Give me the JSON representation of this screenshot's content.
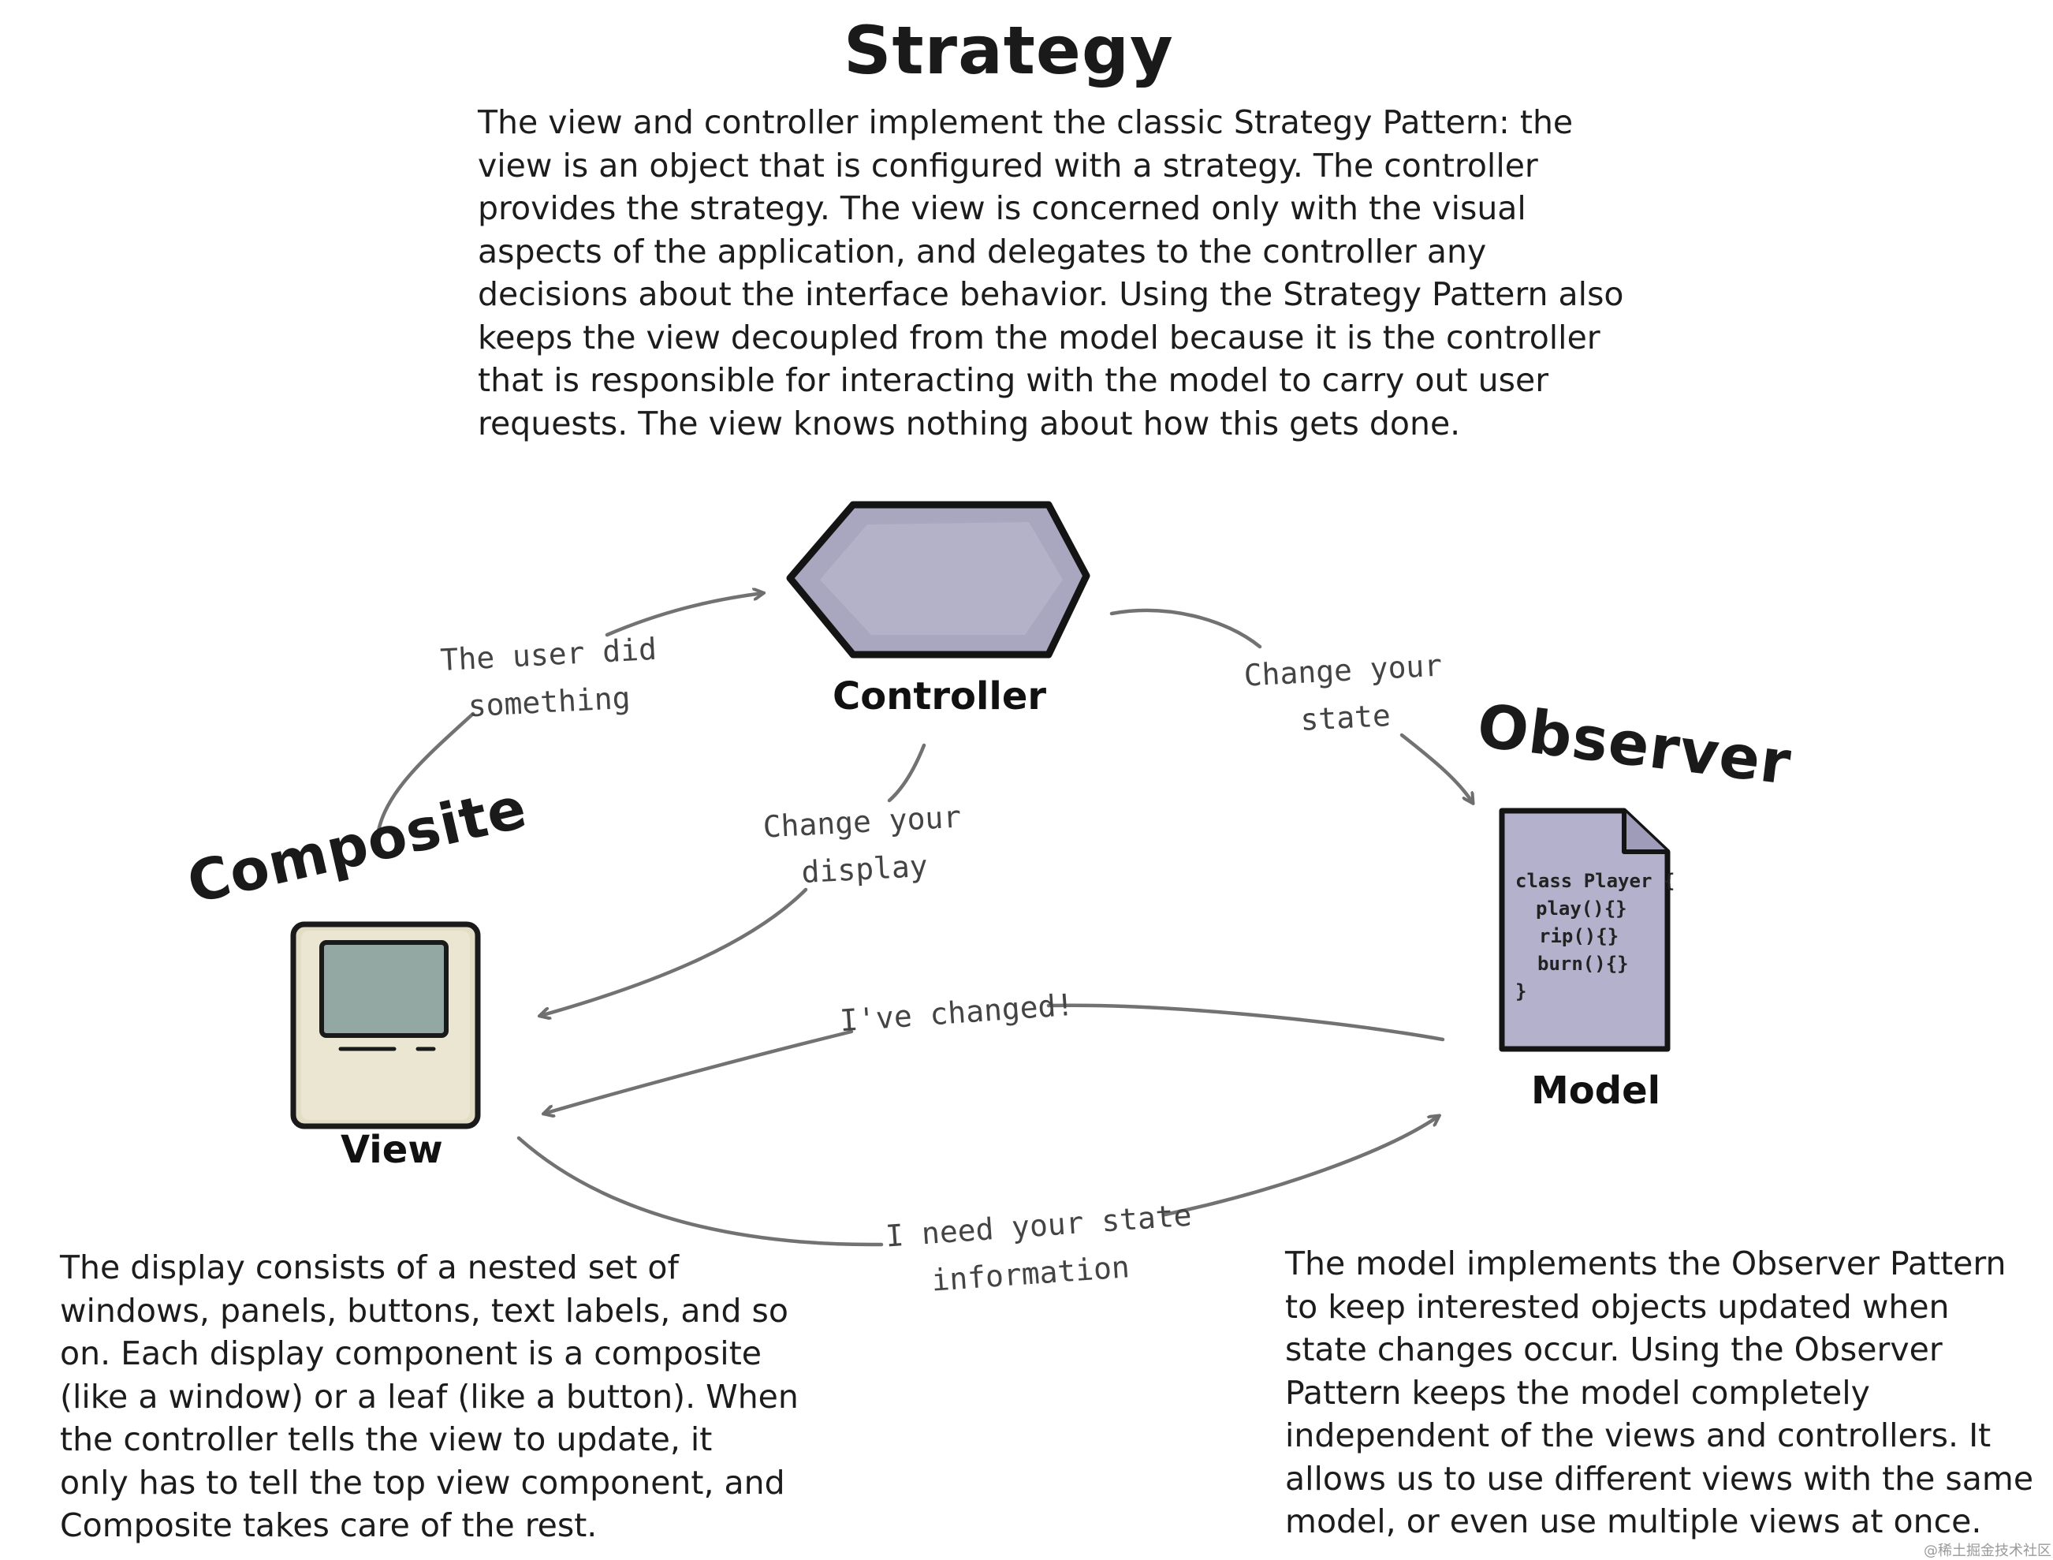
{
  "headings": {
    "strategy": "Strategy",
    "observer": "Observer",
    "composite": "Composite"
  },
  "strategy_text": [
    "The view and controller implement the classic Strategy Pattern: the",
    "view is an object that is configured with a strategy. The controller",
    "provides the strategy. The view is concerned only with the visual",
    "aspects of the application, and delegates to the controller any",
    "decisions about the interface behavior. Using the Strategy Pattern also",
    "keeps the view decoupled from the model because it is the controller",
    "that is responsible for interacting with the model to carry out user",
    "requests. The view knows nothing about how this gets done."
  ],
  "composite_text": [
    "The display consists of a nested set of",
    "windows, panels, buttons, text labels, and so",
    "on. Each display component is a composite",
    "(like a window) or a leaf (like a button). When",
    "the controller tells the view to update, it",
    "only has to tell the top view component, and",
    "Composite takes care of the rest."
  ],
  "observer_text": [
    "The model implements the Observer Pattern",
    "to keep interested objects updated when",
    "state changes occur. Using the Observer",
    "Pattern keeps the model completely",
    "independent of the views and controllers. It",
    "allows us to use different views with the same",
    "model, or even use multiple views at once."
  ],
  "nodes": {
    "controller": "Controller",
    "view": "View",
    "model": "Model"
  },
  "model_code": [
    "class Player {",
    "play(){}",
    "rip(){}",
    "burn(){}",
    "}"
  ],
  "arrow_labels": {
    "user_did_something": [
      "The user did",
      "something"
    ],
    "change_state": [
      "Change your",
      "state"
    ],
    "change_display": [
      "Change your",
      "display"
    ],
    "ive_changed": "I've changed!",
    "need_state": [
      "I need your state",
      "information"
    ]
  },
  "watermark": "@稀土掘金技术社区",
  "colors": {
    "controller_fill": "#a9a7bf",
    "model_fill": "#b4b1cc",
    "view_body": "#e3ddc6",
    "view_screen": "#93a7a3",
    "arrow_stroke": "#707070"
  }
}
